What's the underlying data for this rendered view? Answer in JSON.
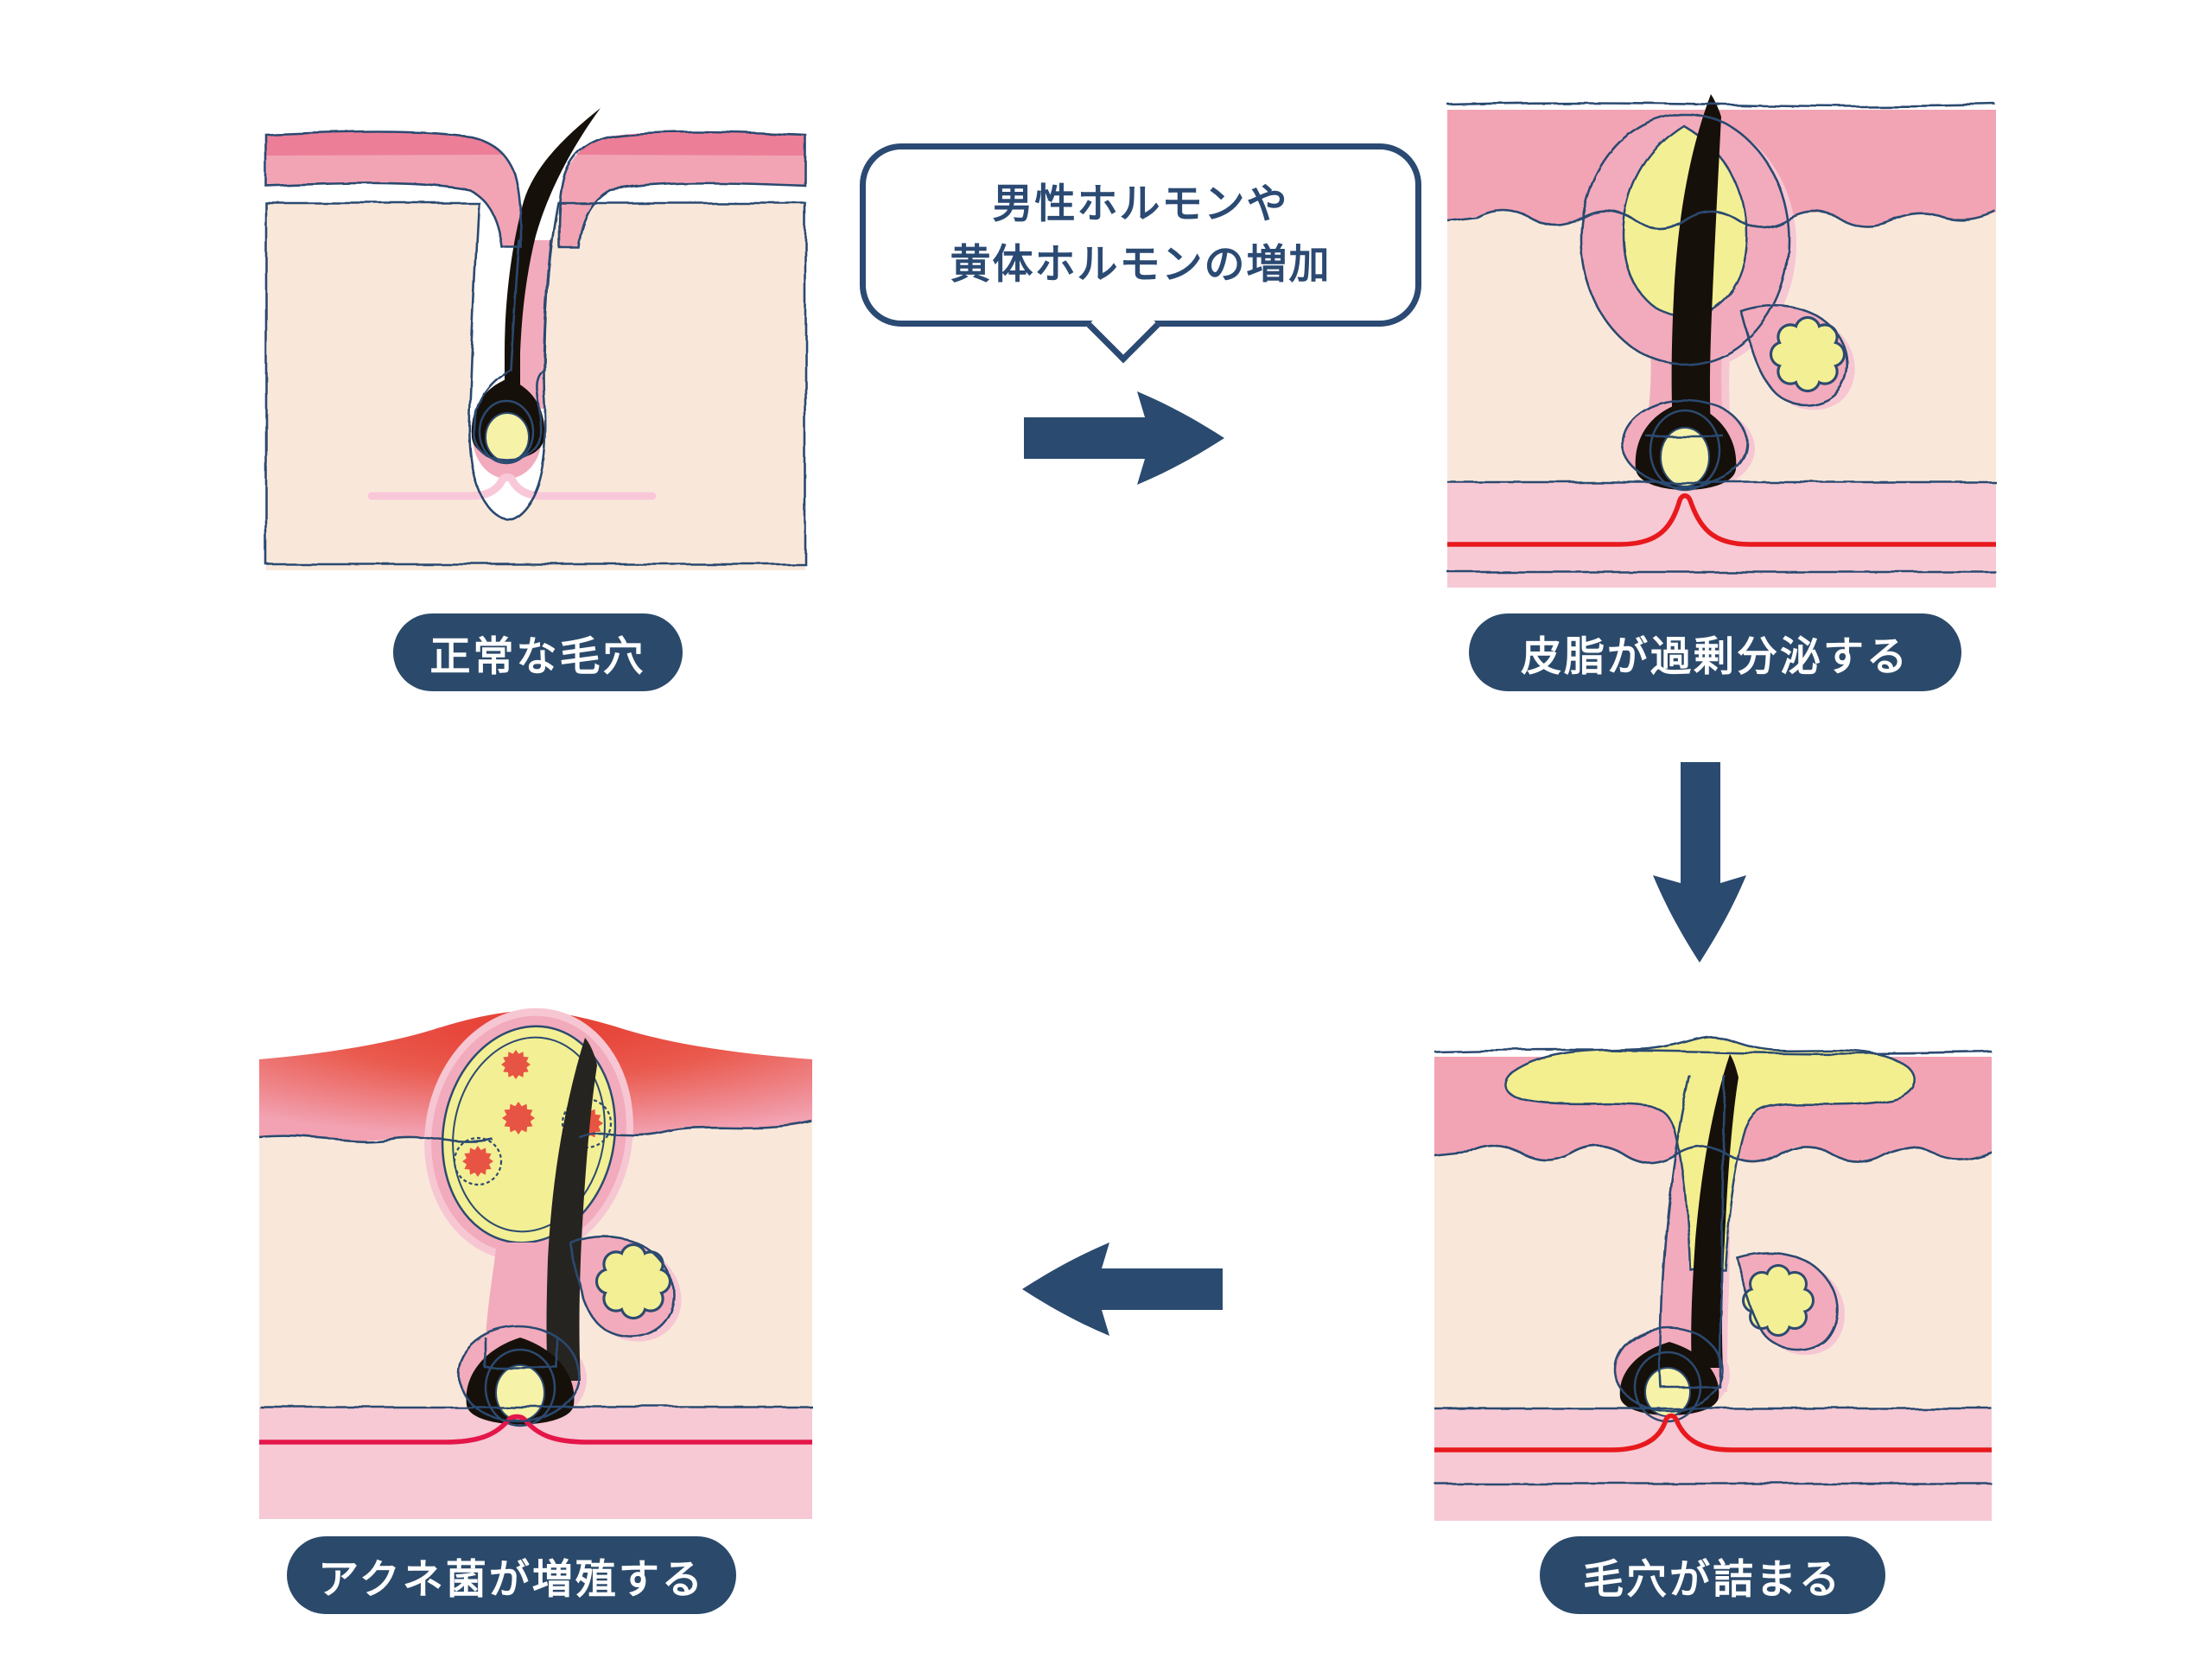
{
  "bubble": {
    "line1": "男性ホルモンや",
    "line2": "黄体ホルモンの増加"
  },
  "stages": [
    {
      "name": "normal-pore",
      "label": "正常な毛穴"
    },
    {
      "name": "excess-sebum",
      "label": "皮脂が過剰分泌する"
    },
    {
      "name": "clogged-pore",
      "label": "毛穴が詰まる"
    },
    {
      "name": "acne-bacteria-growth",
      "label": "アクネ菌が増殖する"
    }
  ],
  "arrows": [
    {
      "name": "arrow-right",
      "direction": "right"
    },
    {
      "name": "arrow-down",
      "direction": "down"
    },
    {
      "name": "arrow-left",
      "direction": "left"
    }
  ],
  "colors": {
    "outline_navy": "#2c4a70",
    "label_bg_navy": "#2b4a6b",
    "label_text": "#ffffff",
    "bubble_border_navy": "#2b4a73",
    "arrow_navy": "#2b4a70",
    "epidermis_pink": "#f2a4b4",
    "epidermis_dark_stripe": "#ec7e97",
    "dermis_cream": "#f9e8da",
    "follicle_pink": "#f2abbc",
    "follicle_halo_pink": "#f7c6d3",
    "sebum_yellow": "#f3ef94",
    "papilla_pale_yellow": "#f6f2a8",
    "hair_black": "#16100a",
    "vessel_red": "#e8191d",
    "vessel_crimson": "#e4164a",
    "vessel_pale_pink": "#f8c8d9",
    "inflamed_red": "#e63c31",
    "bacteria_red": "#e85443",
    "lower_band_pink": "#f6c9d4"
  }
}
